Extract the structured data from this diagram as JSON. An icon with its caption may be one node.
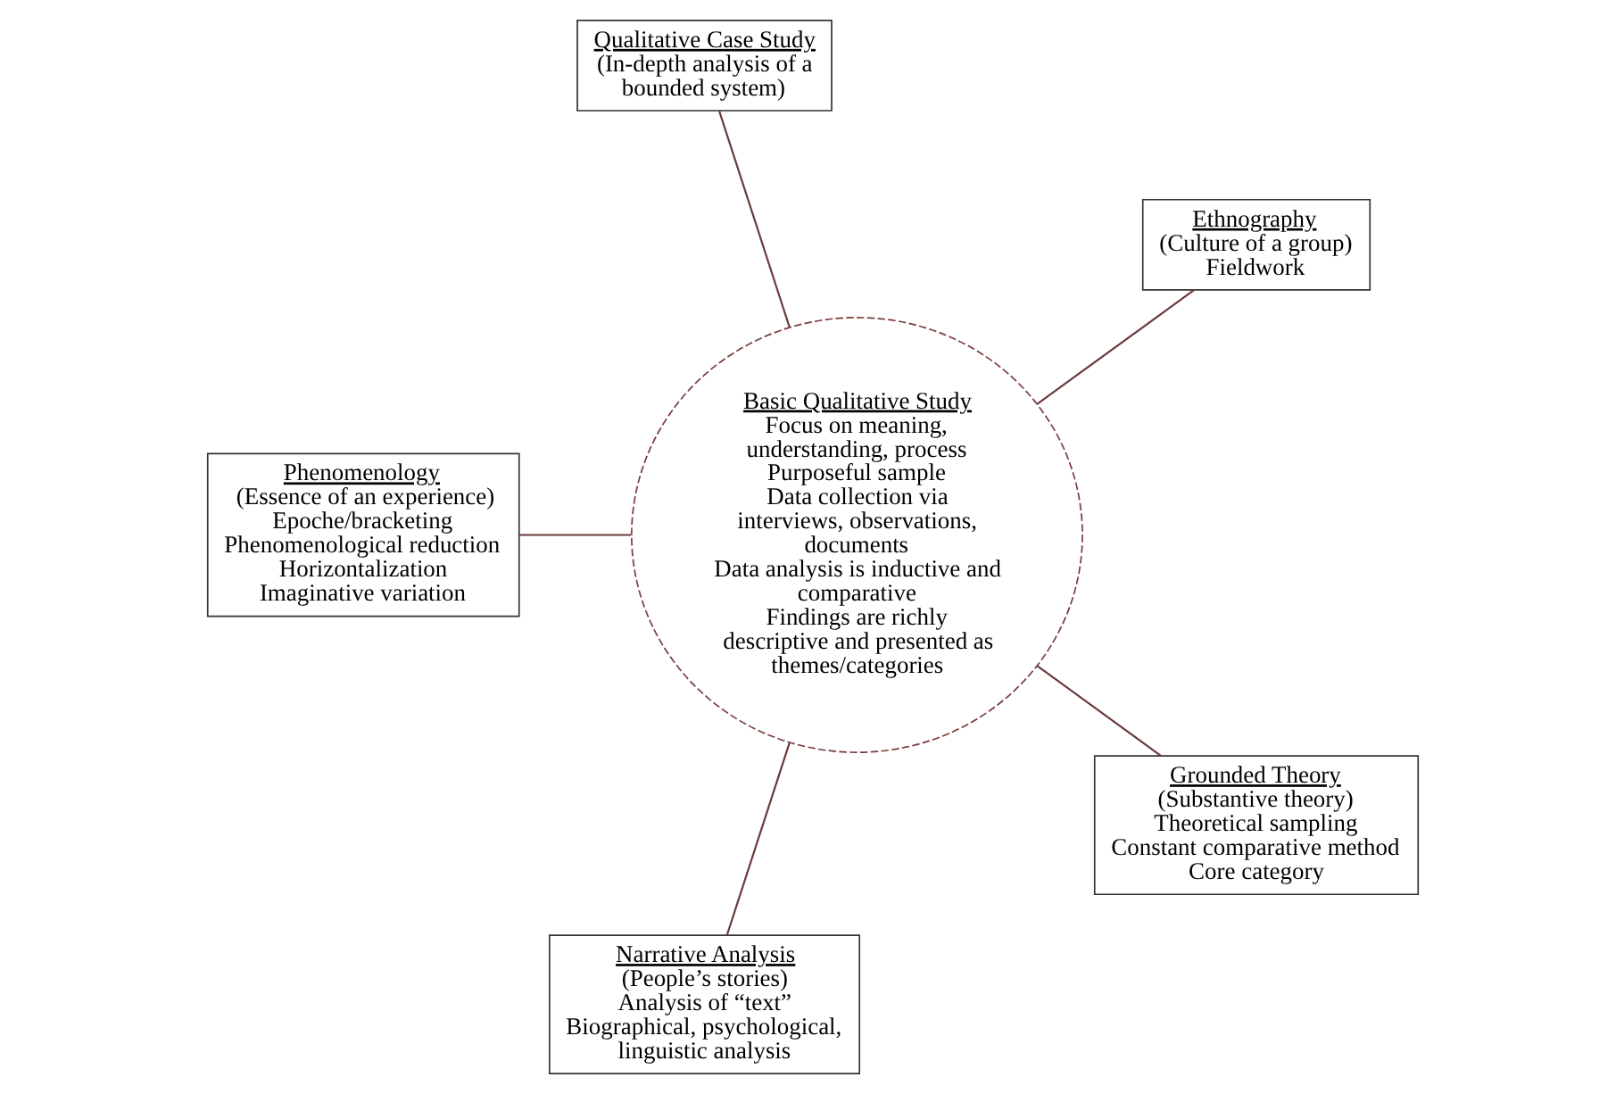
{
  "diagram": {
    "nodes": [
      {
        "text": [
          "Basic Qualitative Study",
          "Focus on meaning, understanding, process",
          "Purposeful sample",
          "Data collection via interviews, observations, documents",
          "Data analysis is inductive and comparative",
          "Findings are richly descriptive and presented as themes/categories"
        ]
      },
      {
        "text": [
          "Qualitative Case Study",
          "(In-depth analysis of a bounded system)"
        ]
      },
      {
        "text": [
          "Phenomenology",
          "(Essence of an experience)",
          "Epoche/bracketing",
          "Phenomenological reduction",
          "Horizontalization",
          "Imaginative variation"
        ]
      },
      {
        "text": [
          "Narrative Analysis",
          "(People’s stories)",
          "Analysis of “text”",
          "Biographical, psychological, linguistic analysis"
        ]
      },
      {
        "text": [
          "Grounded Theory",
          "(Substantive theory)",
          "Theoretical sampling",
          "Constant comparative method",
          "Core category"
        ]
      },
      {
        "text": [
          "Ethnography",
          "(Culture of a group)",
          "Fieldwork"
        ]
      }
    ],
    "edges": [
      {
        "from": 1,
        "to": 0,
        "arrow": "none"
      },
      {
        "from": 2,
        "to": 0,
        "arrow": "none"
      },
      {
        "from": 3,
        "to": 0,
        "arrow": "none"
      },
      {
        "from": 4,
        "to": 0,
        "arrow": "none"
      },
      {
        "from": 0,
        "to": 5,
        "arrow": "none"
      }
    ]
  }
}
